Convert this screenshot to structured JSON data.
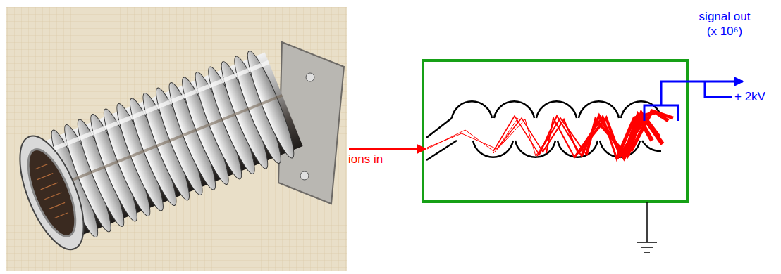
{
  "diagram": {
    "labels": [
      "ions in",
      "signal out (x 10⁶)",
      "+ 2kV"
    ]
  }
}
